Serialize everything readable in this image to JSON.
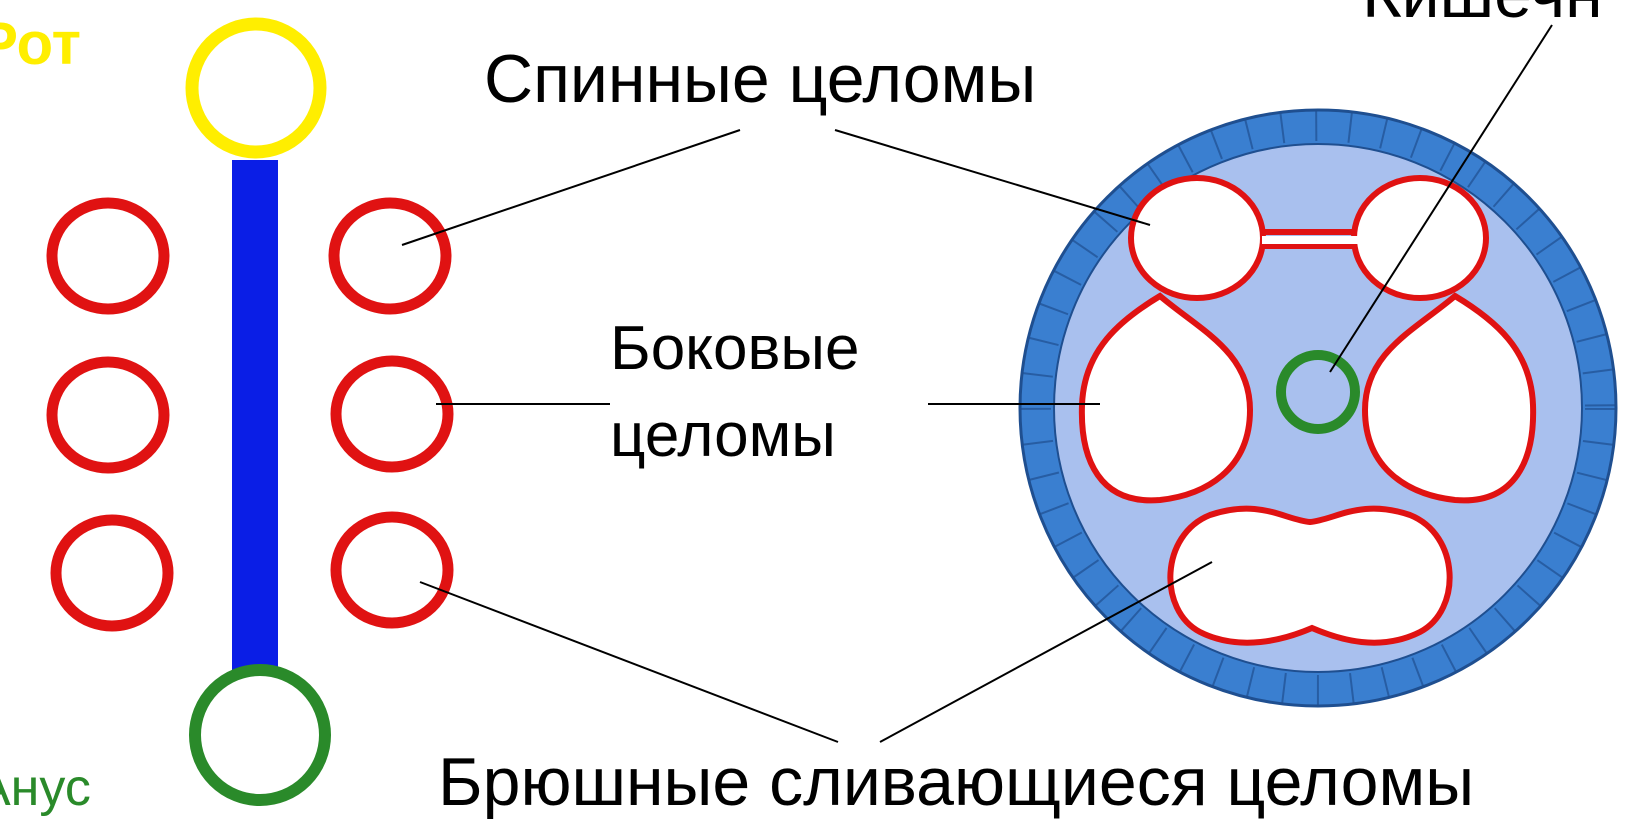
{
  "labels": {
    "mouth": "Рот",
    "anus": "Анус",
    "intestine": "Кишечн",
    "dorsal": "Спинные целомы",
    "lateral_line1": "Боковые",
    "lateral_line2": "целомы",
    "ventral": "Брюшные сливающиеся целомы"
  },
  "colors": {
    "mouth": "#ffee00",
    "anus": "#2a8a2a",
    "gut": "#0a1ee6",
    "coelom": "#e01212",
    "body_outer": "#3a7fd0",
    "body_inner": "#a9c0ee",
    "lines": "#000000"
  }
}
